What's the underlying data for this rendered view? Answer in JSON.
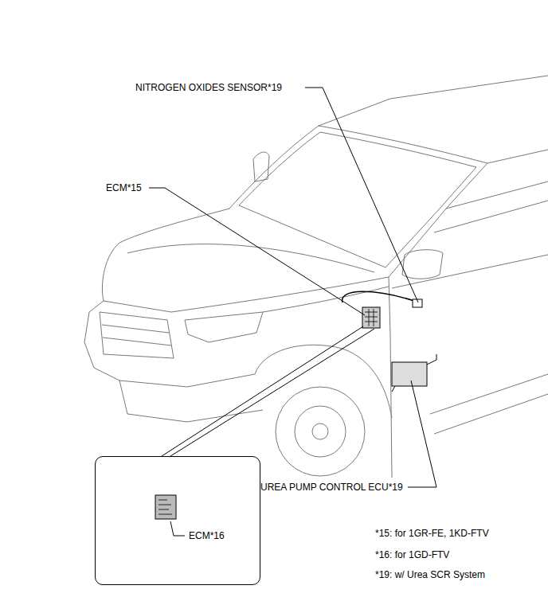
{
  "diagram": {
    "nodes": [
      {
        "text": [
          "ECM*16"
        ]
      }
    ],
    "labels": [
      "NITROGEN OXIDES SENSOR*19",
      "ECM*15",
      "UREA PUMP CONTROL ECU*19",
      "*15: for 1GR-FE, 1KD-FTV",
      "*16: for 1GD-FTV",
      "*19: w/ Urea SCR System"
    ]
  }
}
